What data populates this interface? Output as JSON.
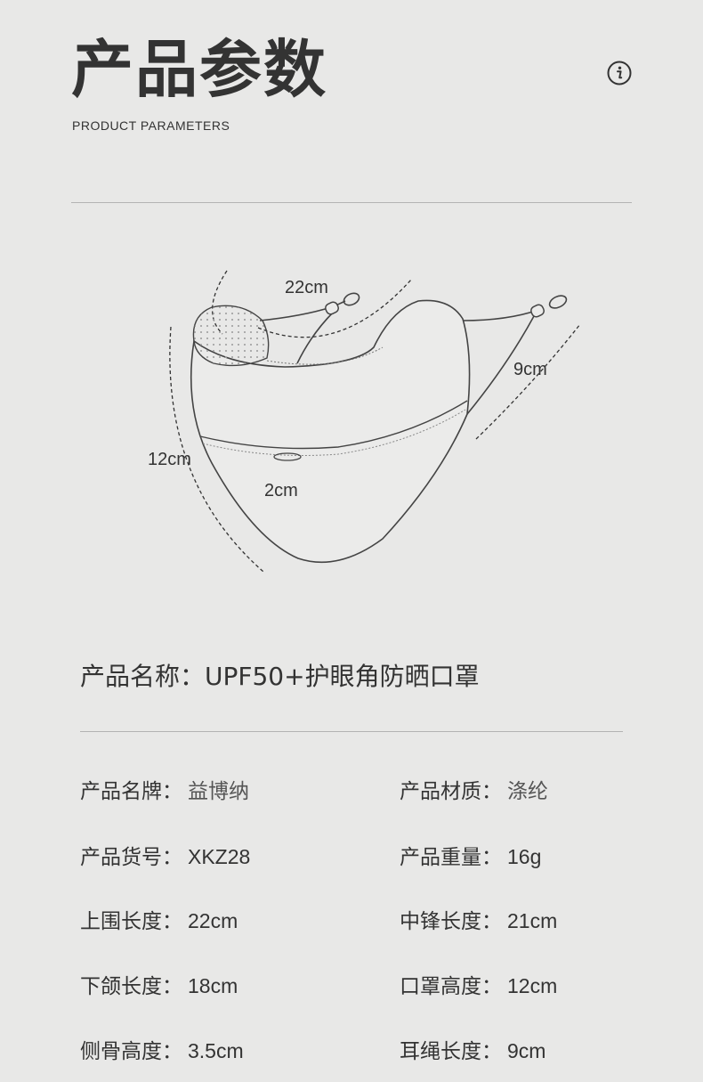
{
  "header": {
    "title": "产品参数",
    "subtitle": "PRODUCT PARAMETERS"
  },
  "diagram": {
    "labels": {
      "top_circumference": "22cm",
      "ear_rope": "9cm",
      "height": "12cm",
      "bridge": "2cm"
    }
  },
  "product": {
    "name": "产品名称：UPF50+护眼角防晒口罩"
  },
  "params": [
    {
      "label": "产品名牌：",
      "value": "益博纳"
    },
    {
      "label": "产品材质：",
      "value": "涤纶"
    },
    {
      "label": "产品货号：",
      "value": "XKZ28"
    },
    {
      "label": "产品重量：",
      "value": "16g"
    },
    {
      "label": "上围长度：",
      "value": "22cm"
    },
    {
      "label": "中锋长度：",
      "value": "21cm"
    },
    {
      "label": "下颌长度：",
      "value": "18cm"
    },
    {
      "label": "口罩高度：",
      "value": "12cm"
    },
    {
      "label": "侧骨高度：",
      "value": "3.5cm"
    },
    {
      "label": "耳绳长度：",
      "value": "9cm"
    }
  ],
  "colors": {
    "background": "#e8e8e7",
    "text": "#333333",
    "rule": "#b3b3b3"
  }
}
